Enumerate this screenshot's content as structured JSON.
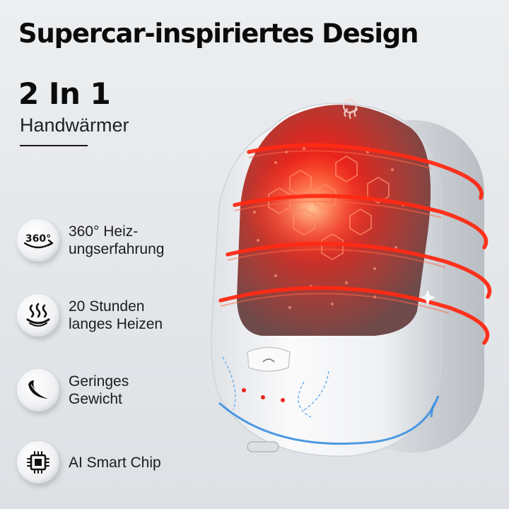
{
  "headline": "Supercar-inspiriertes Design",
  "product": {
    "title": "2 In 1",
    "subtitle": "Handwärmer"
  },
  "features": [
    {
      "icon": "360-rotation-icon",
      "label": "360° Heiz-\nungserfahrung"
    },
    {
      "icon": "steam-heat-icon",
      "label": "20 Stunden\nlanges Heizen"
    },
    {
      "icon": "feather-icon",
      "label": "Geringes\nGewicht"
    },
    {
      "icon": "microchip-icon",
      "label": "AI Smart Chip"
    }
  ],
  "badge_360_text": "360°",
  "colors": {
    "heat_red": "#e8231c",
    "device_white": "#f4f5f7",
    "accent_blue": "#3a8fe0",
    "text": "#111111"
  }
}
